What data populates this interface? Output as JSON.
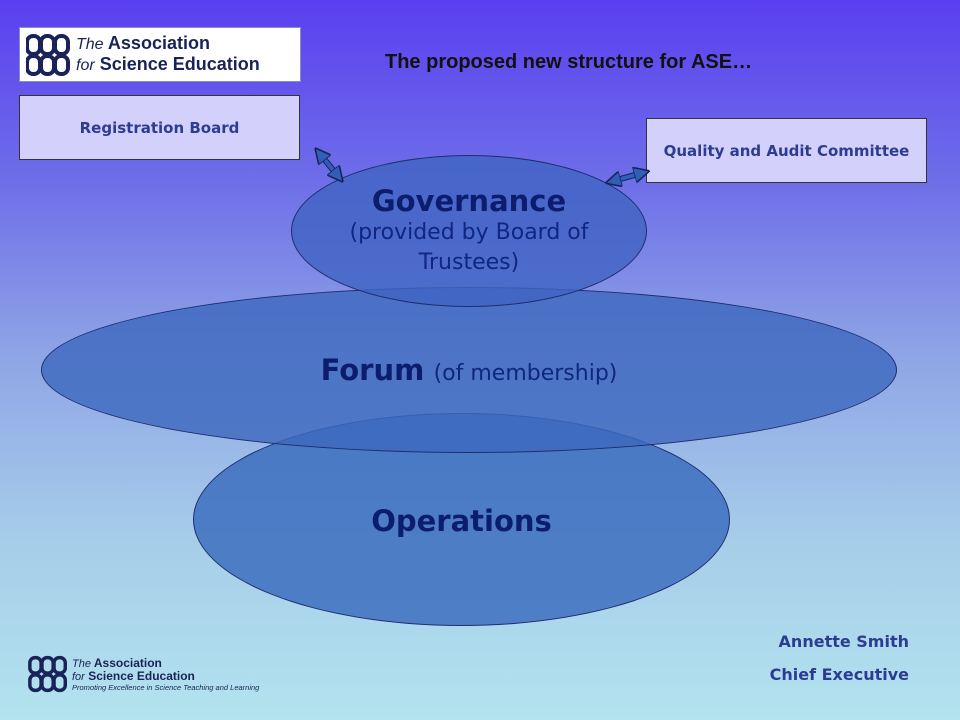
{
  "title": "The proposed new structure for ASE…",
  "logo": {
    "the": "The",
    "line1": "Association",
    "line2_prefix": "for",
    "line2": "Science Education",
    "tagline": "Promoting Excellence in Science Teaching and Learning",
    "mark_icon": "ase-logo-icon"
  },
  "boxes": {
    "registration_board": "Registration Board",
    "quality_committee": "Quality and Audit Committee"
  },
  "ellipses": {
    "governance_title": "Governance",
    "governance_sub": "(provided by Board of Trustees)",
    "forum_title": "Forum",
    "forum_sub": "(of membership)",
    "operations_title": "Operations"
  },
  "signature": {
    "name": "Annette Smith",
    "role": "Chief Executive"
  },
  "colors": {
    "box_fill": "#d3d1fb",
    "label_blue": "#2c3c93",
    "ellipse_fill": "#3d6fbe",
    "arrow_fill": "#2f5fb8"
  }
}
